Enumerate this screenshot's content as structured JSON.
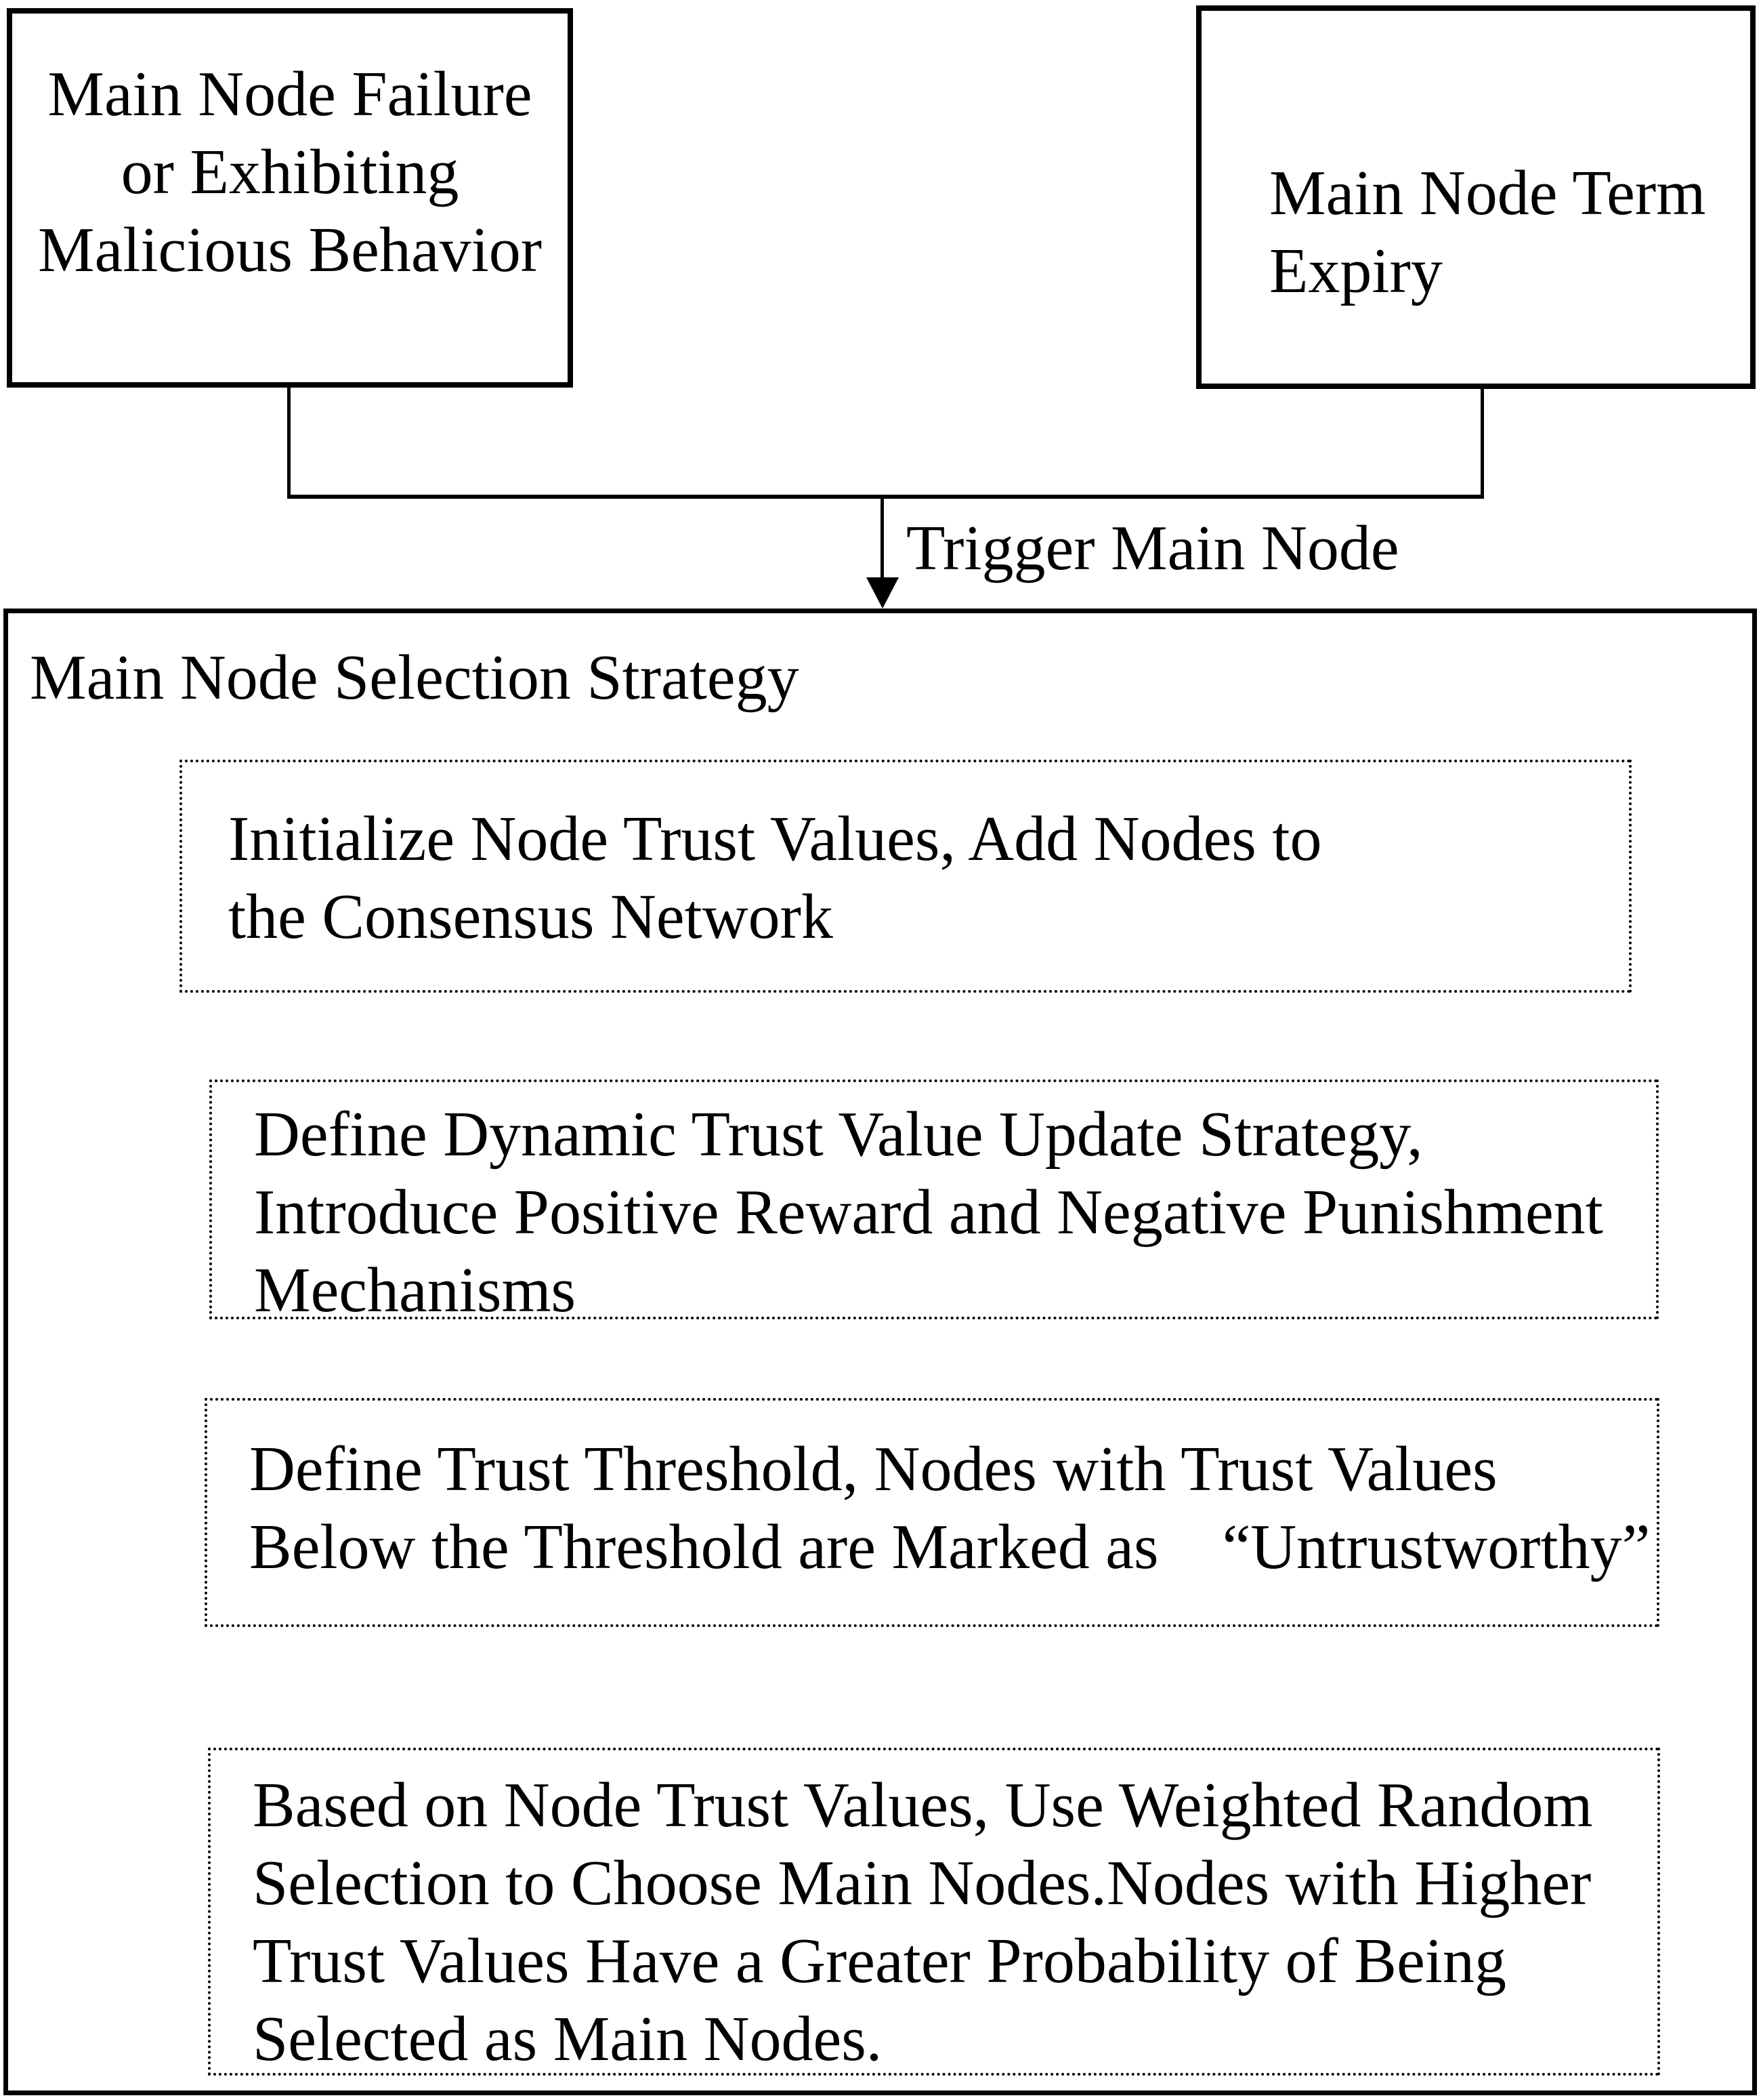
{
  "diagram": {
    "top_boxes": [
      {
        "id": "main-node-failure",
        "lines": [
          "Main Node Failure",
          "or Exhibiting",
          "Malicious Behavior"
        ]
      },
      {
        "id": "main-node-term-expiry",
        "lines": [
          "Main Node Term",
          "Expiry"
        ]
      }
    ],
    "arrow_label": "Trigger Main Node",
    "strategy": {
      "title": "Main Node Selection Strategy",
      "steps": [
        {
          "lines": [
            "Initialize Node Trust Values, Add Nodes to",
            "the Consensus Network"
          ]
        },
        {
          "lines": [
            "Define Dynamic Trust Value Update Strategy,",
            "Introduce Positive Reward and Negative Punishment",
            "Mechanisms"
          ]
        },
        {
          "lines": [
            "Define Trust Threshold, Nodes with Trust Values",
            "Below the Threshold are Marked as　“Untrustworthy”"
          ]
        },
        {
          "lines": [
            "Based on Node Trust Values, Use Weighted Random",
            "Selection to Choose Main Nodes.Nodes with Higher",
            "Trust Values Have a Greater Probability of Being",
            "Selected as Main Nodes."
          ]
        }
      ]
    },
    "colors": {
      "line": "#000000",
      "text": "#000000",
      "background": "#ffffff"
    }
  }
}
